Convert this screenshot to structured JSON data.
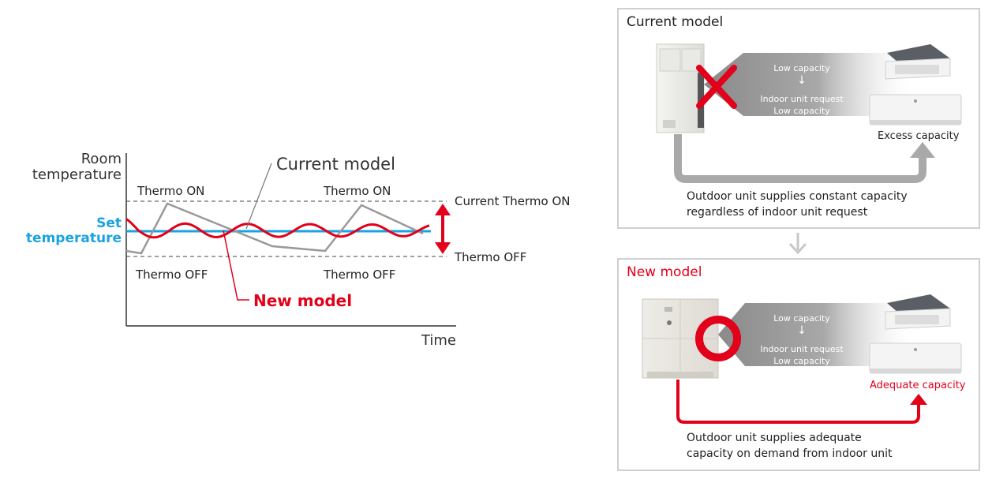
{
  "chart": {
    "ylabel_line1": "Room",
    "ylabel_line2": "temperature",
    "xlabel": "Time",
    "set_temp_line1": "Set",
    "set_temp_line2": "temperature",
    "thermo_on_1": "Thermo ON",
    "thermo_on_2": "Thermo ON",
    "thermo_off_1": "Thermo OFF",
    "thermo_off_2": "Thermo OFF",
    "current_thermo_on": "Current Thermo ON",
    "thermo_off_right": "Thermo OFF",
    "current_model_label": "Current model",
    "new_model_label": "New model"
  },
  "chart_data": {
    "type": "line",
    "series": [
      {
        "name": "Current model",
        "color": "#999999"
      },
      {
        "name": "New model",
        "color": "#e2001a"
      }
    ],
    "reference_lines": [
      "Set temperature",
      "Thermo ON",
      "Thermo OFF"
    ]
  },
  "current_panel": {
    "title": "Current model",
    "flow_low_capacity": "Low capacity",
    "flow_arrow": "↓",
    "flow_request_line1": "Indoor unit request",
    "flow_request_line2": "Low capacity",
    "indoor_label": "Excess capacity",
    "supply_line1": "Outdoor unit supplies constant capacity",
    "supply_line2": "regardless of indoor unit request"
  },
  "new_panel": {
    "title": "New model",
    "flow_low_capacity": "Low capacity",
    "flow_arrow": "↓",
    "flow_request_line1": "Indoor unit request",
    "flow_request_line2": "Low capacity",
    "indoor_label": "Adequate capacity",
    "supply_line1": "Outdoor unit supplies adequate",
    "supply_line2": "capacity on demand from indoor unit"
  },
  "colors": {
    "red": "#e2001a",
    "blue": "#1aa3e0",
    "gray": "#999999",
    "panel_border": "#cfcfcf"
  }
}
